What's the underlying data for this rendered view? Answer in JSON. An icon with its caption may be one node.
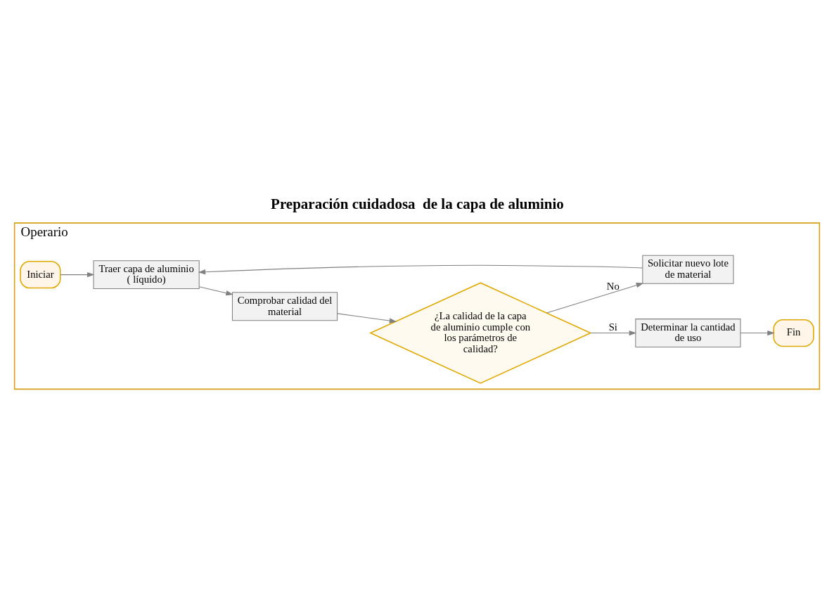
{
  "diagram": {
    "title": "Preparación cuidadosa  de la capa de aluminio",
    "nodes": [
      {
        "text": [
          "Operario"
        ]
      },
      {
        "text": [
          "Iniciar"
        ],
        "in": 0
      },
      {
        "text": [
          "Traer capa de aluminio ( líquido)"
        ],
        "in": 0
      },
      {
        "text": [
          "Comprobar calidad del material"
        ],
        "in": 0
      },
      {
        "text": [
          "¿La calidad de la capa de aluminio cumple con los parámetros de calidad?"
        ],
        "in": 0
      },
      {
        "text": [
          "Solicitar nuevo lote de material"
        ],
        "in": 0
      },
      {
        "text": [
          "Determinar la cantidad de uso"
        ],
        "in": 0
      },
      {
        "text": [
          "Fin"
        ],
        "in": 0
      }
    ],
    "edges": [
      {
        "from": 1,
        "to": 2,
        "arrow": "to"
      },
      {
        "from": 2,
        "to": 3,
        "arrow": "to"
      },
      {
        "from": 3,
        "to": 4,
        "arrow": "to"
      },
      {
        "from": 4,
        "to": 5,
        "arrow": "to",
        "label": "No"
      },
      {
        "from": 5,
        "to": 2,
        "arrow": "to"
      },
      {
        "from": 4,
        "to": 6,
        "arrow": "to",
        "label": "Si"
      },
      {
        "from": 6,
        "to": 7,
        "arrow": "to"
      }
    ]
  }
}
